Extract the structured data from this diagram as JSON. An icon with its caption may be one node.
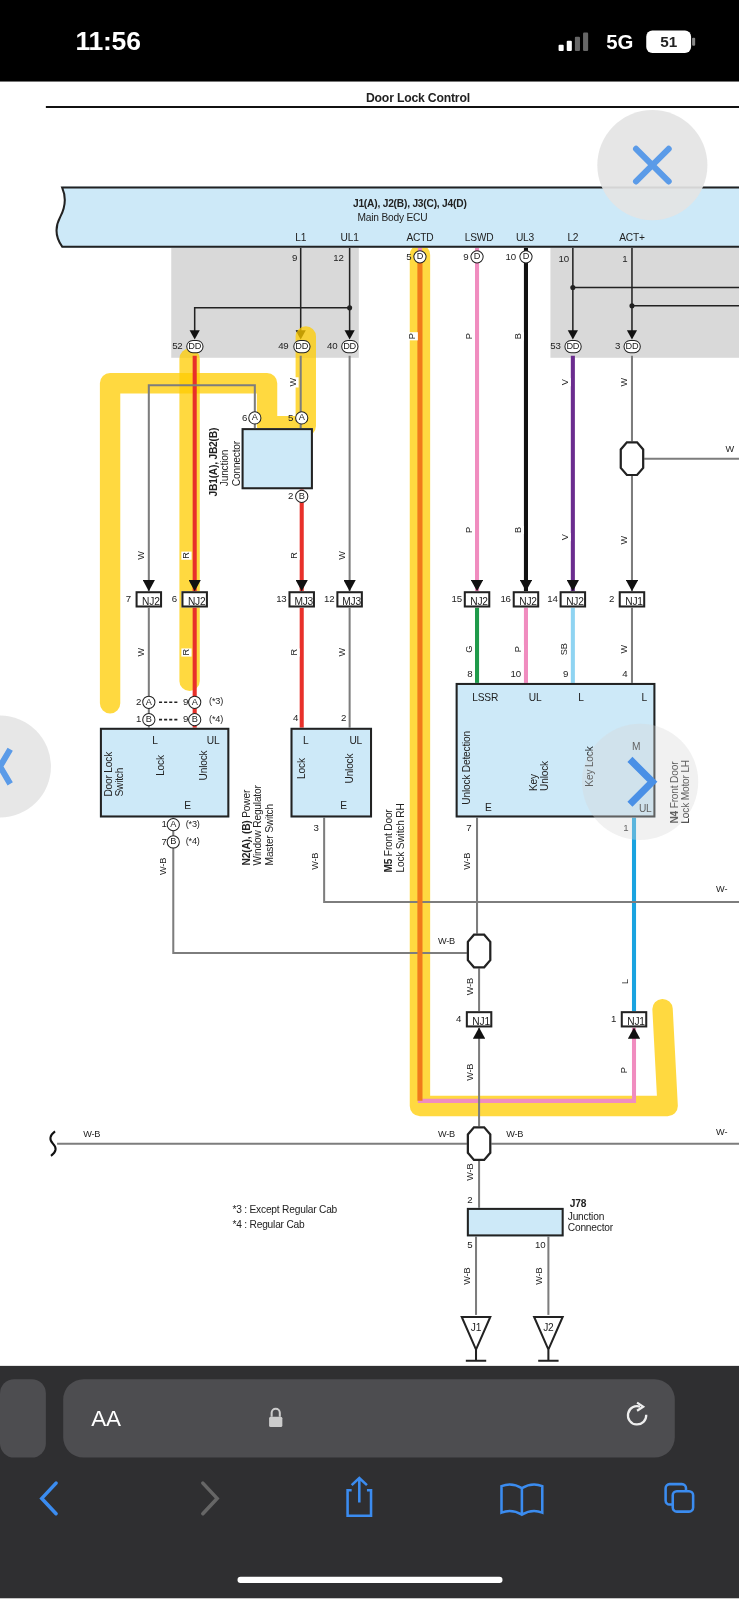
{
  "diagram": {
    "title": "Door Lock Control",
    "nodes": [
      {
        "text": [
          "J1(A), J2(B), J3(C), J4(D)",
          "Main Body ECU"
        ]
      },
      {
        "text": [
          "JB1(A), JB2(B)",
          "Junction Connector"
        ]
      },
      {
        "text": [],
        "shape": "octagon"
      },
      {
        "text": [
          "NJ2"
        ],
        "beside": [
          "7"
        ]
      },
      {
        "text": [
          "NJ2"
        ],
        "beside": [
          "6"
        ]
      },
      {
        "text": [
          "MJ3"
        ],
        "beside": [
          "13"
        ]
      },
      {
        "text": [
          "MJ3"
        ],
        "beside": [
          "12"
        ]
      },
      {
        "text": [
          "NJ2"
        ],
        "beside": [
          "15"
        ]
      },
      {
        "text": [
          "NJ2"
        ],
        "beside": [
          "16"
        ]
      },
      {
        "text": [
          "NJ2"
        ],
        "beside": [
          "14"
        ]
      },
      {
        "text": [
          "NJ1"
        ],
        "beside": [
          "2"
        ]
      },
      {
        "text": [
          "L",
          "UL",
          "Door Lock Switch",
          "Lock",
          "Unlock",
          "E",
          "**N2(A), (B)** Power Window Regulator Master Switch"
        ]
      },
      {
        "text": [
          "L",
          "UL",
          "Lock",
          "Unlock",
          "E",
          "**M5** Front Door Lock Switch RH"
        ]
      },
      {
        "text": [
          "LSSR",
          "UL",
          "L",
          "L",
          "Unlock Detection",
          "Key Unlock",
          "Key Lock",
          "M",
          "E",
          "UL",
          "**N4** Front Door Lock Motor LH"
        ]
      },
      {
        "text": [],
        "shape": "octagon"
      },
      {
        "text": [
          "NJ1"
        ],
        "beside": [
          "4"
        ]
      },
      {
        "text": [
          "NJ1"
        ],
        "beside": [
          "1"
        ]
      },
      {
        "text": [],
        "shape": "octagon"
      },
      {
        "text": [
          "J78",
          "Junction Connector"
        ]
      },
      {
        "text": [
          "J1"
        ]
      },
      {
        "text": [
          "J2"
        ]
      }
    ],
    "edges": [
      {
        "from": 0,
        "to": 4,
        "arrow": "to",
        "label": "R",
        "color": "#e8302a"
      },
      {
        "from": 4,
        "to": 11,
        "arrow": "none",
        "label": "R",
        "color": "#e8302a"
      },
      {
        "from": 0,
        "to": 1,
        "arrow": "none",
        "label": "W"
      },
      {
        "from": 1,
        "to": 3,
        "arrow": "to",
        "label": "W"
      },
      {
        "from": 3,
        "to": 11,
        "arrow": "none",
        "label": "W"
      },
      {
        "from": 1,
        "to": 5,
        "arrow": "to",
        "label": "R",
        "color": "#e8302a"
      },
      {
        "from": 5,
        "to": 12,
        "arrow": "none",
        "label": "R",
        "color": "#e8302a"
      },
      {
        "from": 0,
        "to": 6,
        "arrow": "to",
        "label": "W"
      },
      {
        "from": 6,
        "to": 12,
        "arrow": "none",
        "label": "W"
      },
      {
        "from": 0,
        "to": 16,
        "arrow": "to",
        "label": "P",
        "color": "#f08cbf"
      },
      {
        "from": 0,
        "to": 7,
        "arrow": "to",
        "label": "P",
        "color": "#f08cbf"
      },
      {
        "from": 7,
        "to": 13,
        "arrow": "none",
        "label": "G",
        "color": "#1f9a4a"
      },
      {
        "from": 0,
        "to": 8,
        "arrow": "to",
        "label": "B",
        "color": "#111111"
      },
      {
        "from": 8,
        "to": 13,
        "arrow": "none",
        "label": "P",
        "color": "#f08cbf"
      },
      {
        "from": 0,
        "to": 9,
        "arrow": "to",
        "label": "V",
        "color": "#6b2d8f"
      },
      {
        "from": 9,
        "to": 13,
        "arrow": "none",
        "label": "SB",
        "color": "#8fd4f2"
      },
      {
        "from": 0,
        "to": 2,
        "arrow": "none",
        "label": "W"
      },
      {
        "from": 2,
        "to": 10,
        "arrow": "to",
        "label": "W"
      },
      {
        "from": 10,
        "to": 13,
        "arrow": "none",
        "label": "W"
      },
      {
        "from": 2,
        "to": null,
        "arrow": "none",
        "label": "W"
      },
      {
        "from": 13,
        "to": 16,
        "arrow": "none",
        "label": "L",
        "color": "#1aa3e0"
      },
      {
        "from": 11,
        "to": 14,
        "arrow": "none",
        "label": "W-B"
      },
      {
        "from": 12,
        "to": null,
        "arrow": "none",
        "label": "W-B"
      },
      {
        "from": 13,
        "to": 14,
        "arrow": "none",
        "label": "W-B"
      },
      {
        "from": 14,
        "to": 15,
        "arrow": "none",
        "label": "W-B"
      },
      {
        "from": 17,
        "to": 15,
        "arrow": "to",
        "label": "W-B"
      },
      {
        "from": null,
        "to": 17,
        "arrow": "none",
        "label": "W-B"
      },
      {
        "from": 17,
        "to": null,
        "arrow": "none",
        "label": "W-B"
      },
      {
        "from": 17,
        "to": 18,
        "arrow": "none",
        "label": "W-B"
      },
      {
        "from": 18,
        "to": 19,
        "arrow": "none",
        "label": "W-B"
      },
      {
        "from": 18,
        "to": 20,
        "arrow": "none",
        "label": "W-B"
      }
    ],
    "labels": [
      "11:56",
      "5G",
      "51",
      "L1",
      "UL1",
      "ACTD",
      "LSWD",
      "UL3",
      "L2",
      "ACT+",
      "9",
      "12",
      "5",
      "D",
      "9",
      "D",
      "10",
      "D",
      "10",
      "1",
      "52",
      "DD",
      "49",
      "DD",
      "40",
      "DD",
      "53",
      "DD",
      "3",
      "DD",
      "P",
      "B",
      "V",
      "6",
      "A",
      "5",
      "A",
      "2",
      "B",
      "2",
      "A",
      "9",
      "A",
      "(*3)",
      "1",
      "B",
      "9",
      "B",
      "(*4)",
      "4",
      "2",
      "8",
      "10",
      "9",
      "4",
      "1",
      "A",
      "(*3)",
      "7",
      "B",
      "(*4)",
      "3",
      "7",
      "1",
      "W-",
      "W-B",
      "P",
      "W-B",
      "W-",
      "2",
      "5",
      "10",
      "*3 : Except Regular Cab",
      "*4 : Regular Cab",
      "AA"
    ]
  }
}
